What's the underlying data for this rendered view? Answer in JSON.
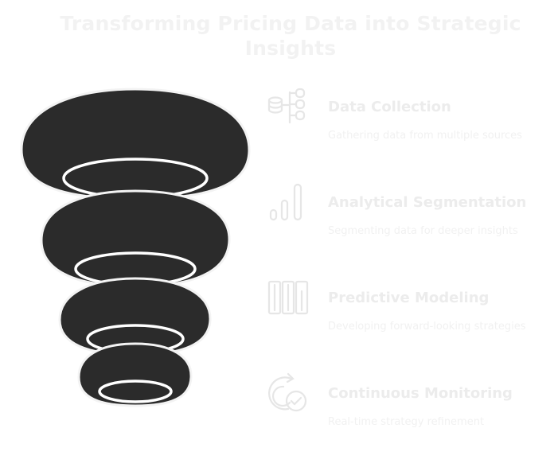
{
  "title": "Transforming Pricing Data into Strategic Insights",
  "stages": [
    {
      "title": "Data Collection",
      "description": "Gathering data from multiple sources",
      "icon": "database-icon"
    },
    {
      "title": "Analytical Segmentation",
      "description": "Segmenting data for deeper insights",
      "icon": "bar-chart-icon"
    },
    {
      "title": "Predictive Modeling",
      "description": "Developing forward-looking strategies",
      "icon": "columns-icon"
    },
    {
      "title": "Continuous Monitoring",
      "description": "Real-time strategy refinement",
      "icon": "refresh-check-icon"
    }
  ],
  "colors": {
    "funnel_fill": "#2b2b2b",
    "funnel_ring": "#ffffff",
    "faded_text": "#ececec",
    "faded_icon": "#e6e6e6"
  }
}
